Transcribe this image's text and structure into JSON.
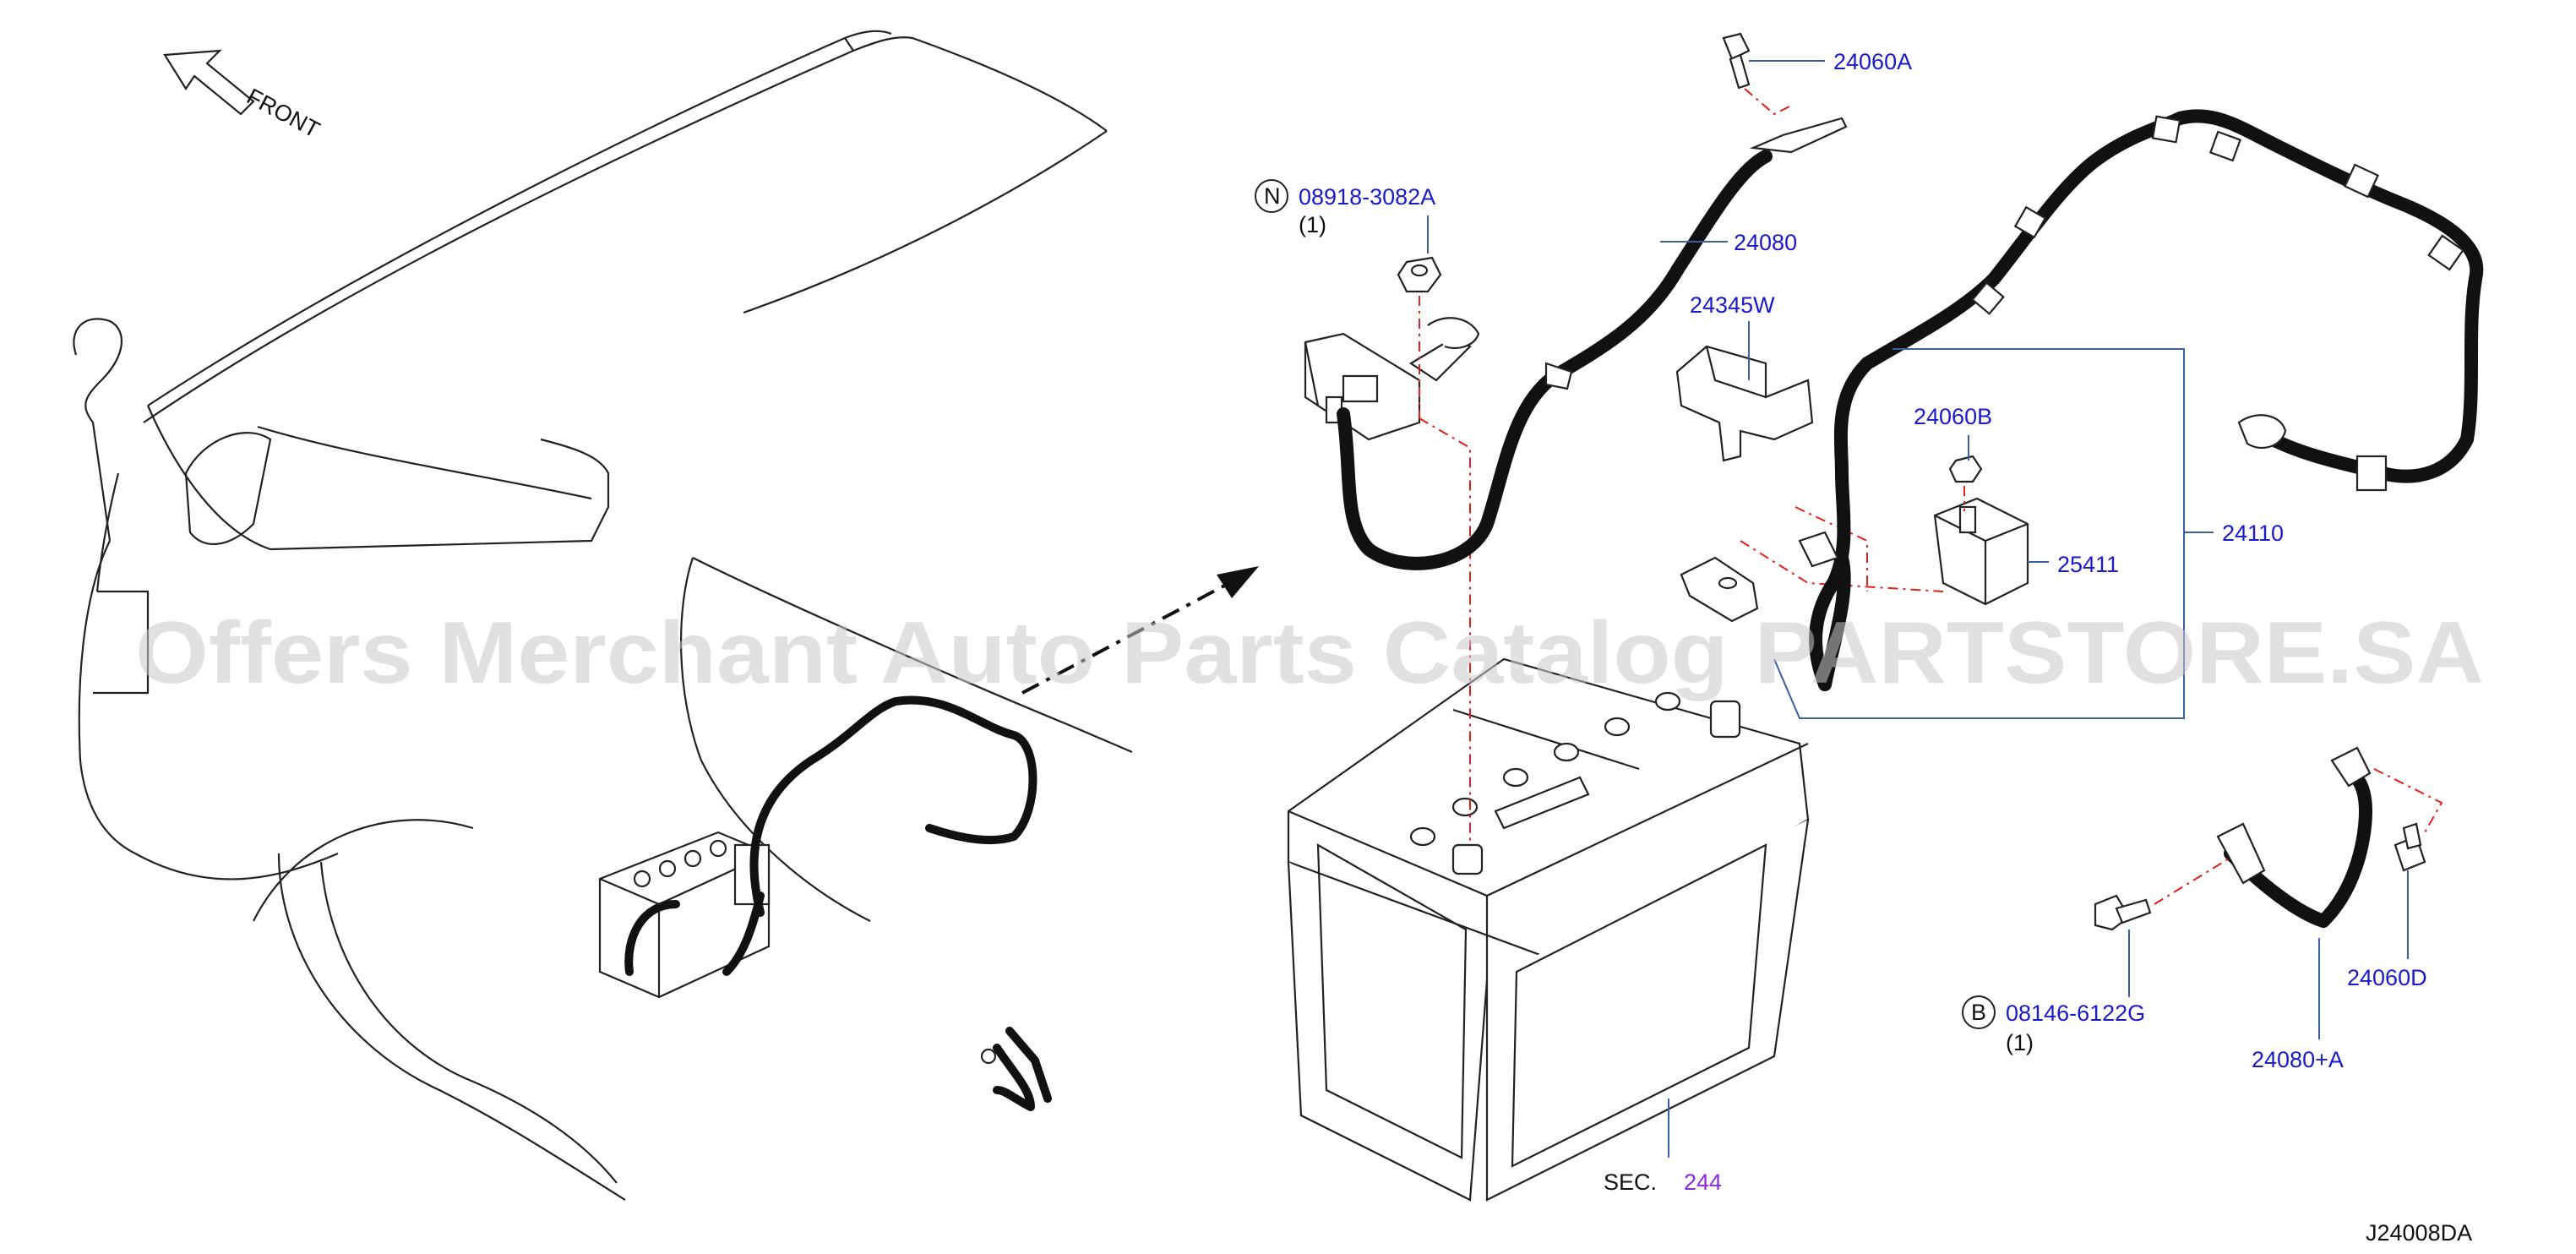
{
  "labels": {
    "front": "FRONT",
    "p24060A": "24060A",
    "p08918": "08918-3082A",
    "p08918_qty": "(1)",
    "p24080": "24080",
    "p24345W": "24345W",
    "p24060B": "24060B",
    "p25411": "25411",
    "p24110": "24110",
    "p08146": "08146-6122G",
    "p08146_qty": "(1)",
    "p24060D": "24060D",
    "p24080A": "24080+A",
    "sec": "SEC.",
    "sec_num": "244",
    "diagram_code": "J24008DA",
    "badge_n": "N",
    "badge_b": "B"
  },
  "watermark": "Offers Merchant Auto Parts Catalog PARTSTORE.SA",
  "colors": {
    "label_blue": "#1a1acd",
    "section_purple": "#8a2be2",
    "leader_blue": "#3a5ea8",
    "dashed_red": "#e0201a",
    "cable_black": "#111111"
  }
}
